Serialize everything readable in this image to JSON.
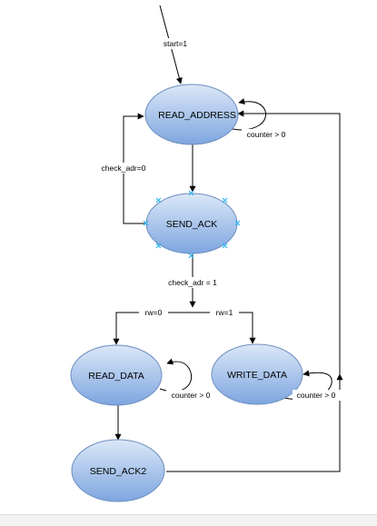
{
  "diagram": {
    "states": {
      "read_address": "READ_ADDRESS",
      "send_ack": "SEND_ACK",
      "read_data": "READ_DATA",
      "write_data": "WRITE_DATA",
      "send_ack2": "SEND_ACK2"
    },
    "transitions": {
      "start": "start=1",
      "read_address_loop": "counter > 0",
      "check_adr_0": "check_adr=0",
      "check_adr_1": "check_adr = 1",
      "rw_0": "rw=0",
      "rw_1": "rw=1",
      "read_data_loop": "counter > 0",
      "write_data_loop": "counter > 0"
    },
    "colors": {
      "state_fill_top": "#dbe7f7",
      "state_fill_bottom": "#7ea6e0",
      "state_stroke": "#6c8ebf",
      "edge": "#000000",
      "selection_handle": "#29b6f2"
    }
  }
}
